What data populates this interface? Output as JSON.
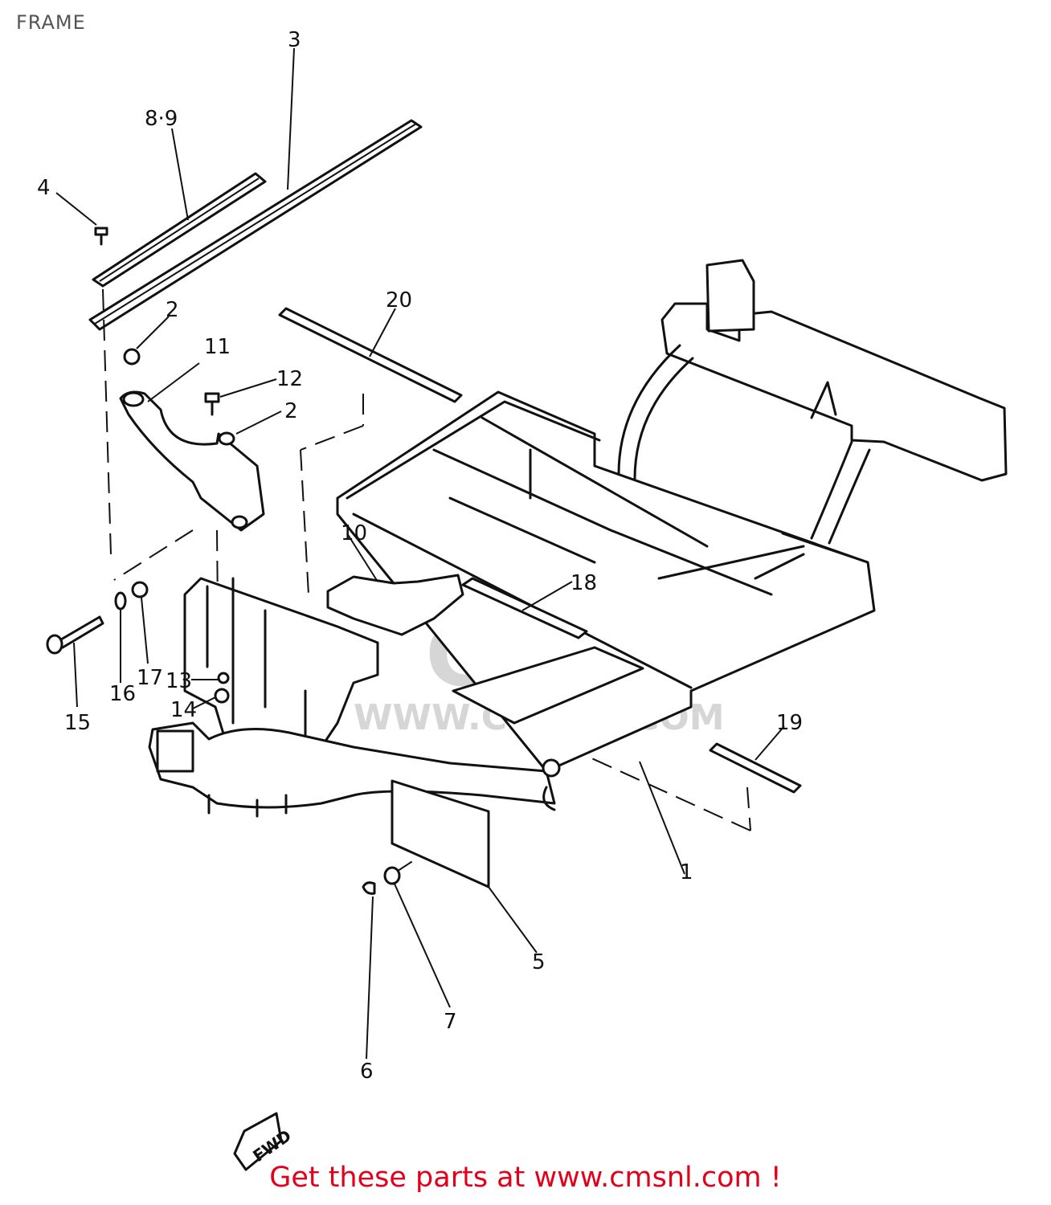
{
  "page": {
    "title": "FRAME",
    "promo_text": "Get these parts at www.cmsnl.com !"
  },
  "watermark": {
    "logo_text": "CMS",
    "url_text": "WWW.CMSNL.COM"
  },
  "colors": {
    "promo": "#e3001b",
    "line": "#111111",
    "watermark": "#d6d6d6"
  },
  "callouts": [
    {
      "id": "c1",
      "label": "1"
    },
    {
      "id": "c2a",
      "label": "2"
    },
    {
      "id": "c2b",
      "label": "2"
    },
    {
      "id": "c3",
      "label": "3"
    },
    {
      "id": "c4",
      "label": "4"
    },
    {
      "id": "c5",
      "label": "5"
    },
    {
      "id": "c6",
      "label": "6"
    },
    {
      "id": "c7",
      "label": "7"
    },
    {
      "id": "c89",
      "label": "8·9"
    },
    {
      "id": "c10",
      "label": "10"
    },
    {
      "id": "c11",
      "label": "11"
    },
    {
      "id": "c12",
      "label": "12"
    },
    {
      "id": "c13",
      "label": "13"
    },
    {
      "id": "c14",
      "label": "14"
    },
    {
      "id": "c15",
      "label": "15"
    },
    {
      "id": "c16",
      "label": "16"
    },
    {
      "id": "c17",
      "label": "17"
    },
    {
      "id": "c18",
      "label": "18"
    },
    {
      "id": "c19",
      "label": "19"
    },
    {
      "id": "c20",
      "label": "20"
    }
  ],
  "fwd_marker": {
    "label": "FWD"
  }
}
